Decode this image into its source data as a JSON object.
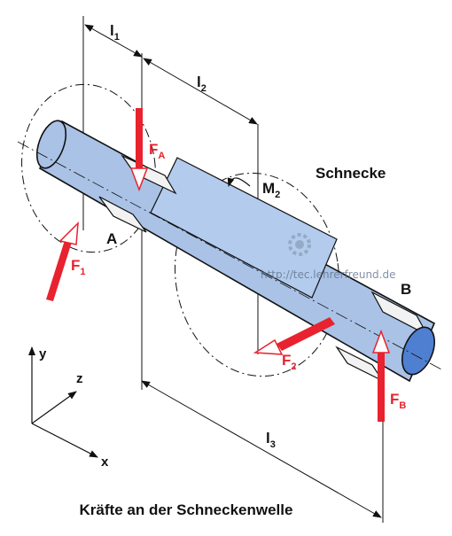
{
  "caption": "Kräfte an der Schneckenwelle",
  "watermark": "http://tec.lehrerfreund.de",
  "labels": {
    "l1": "l",
    "l1_sub": "1",
    "l2": "l",
    "l2_sub": "2",
    "l3": "l",
    "l3_sub": "3",
    "fa": "F",
    "fa_sub": "A",
    "fb": "F",
    "fb_sub": "B",
    "f1": "F",
    "f1_sub": "1",
    "f2": "F",
    "f2_sub": "2",
    "m2": "M",
    "m2_sub": "2",
    "a": "A",
    "b": "B",
    "schnecke": "Schnecke",
    "axis_x": "x",
    "axis_y": "y",
    "axis_z": "z"
  },
  "colors": {
    "shaft": "#a9c2e6",
    "shaft_end": "#4f7fd1",
    "force": "#e8222e",
    "bearing": "#f2f2f2",
    "line": "#111111"
  },
  "icons": [
    "gear-icon"
  ]
}
